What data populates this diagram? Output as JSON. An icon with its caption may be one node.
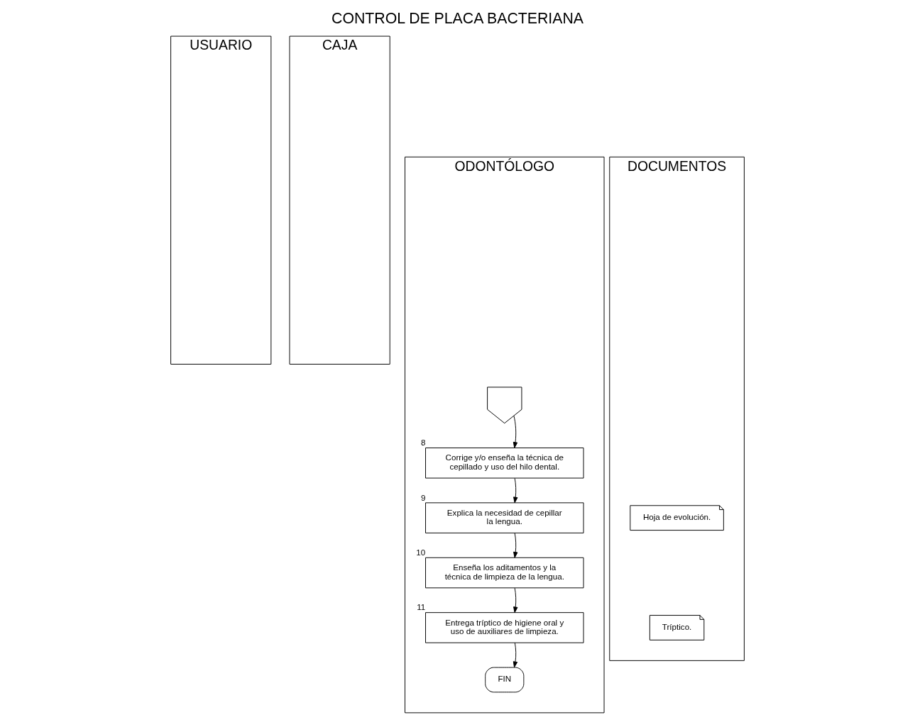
{
  "diagram": {
    "title": "CONTROL DE PLACA BACTERIANA",
    "nodes": [
      {
        "text": [
          "USUARIO"
        ]
      },
      {
        "text": [
          "CAJA"
        ]
      },
      {
        "text": [
          "ODONTÓLOGO"
        ]
      },
      {
        "text": [
          "DOCUMENTOS"
        ]
      },
      {
        "text": [],
        "shape": "pentagon",
        "in": 2
      },
      {
        "text": [
          "Corrige y/o enseña la técnica de cepillado y uso del hilo dental."
        ],
        "in": 2,
        "beside": [
          "8"
        ]
      },
      {
        "text": [
          "Explica la necesidad de cepillar la lengua."
        ],
        "in": 2,
        "beside": [
          "9"
        ]
      },
      {
        "text": [
          "Enseña los aditamentos y la técnica de limpieza de la lengua."
        ],
        "in": 2,
        "beside": [
          "10"
        ]
      },
      {
        "text": [
          "Entrega tríptico de higiene oral y uso de auxiliares de limpieza."
        ],
        "in": 2,
        "beside": [
          "11"
        ]
      },
      {
        "text": [
          "FIN"
        ],
        "in": 2
      },
      {
        "text": [
          "Hoja de evolución."
        ],
        "in": 3
      },
      {
        "text": [
          "Tríptico."
        ],
        "in": 3
      }
    ],
    "edges": [
      {
        "from": 4,
        "to": 5,
        "arrow": "to"
      },
      {
        "from": 5,
        "to": 6,
        "arrow": "to"
      },
      {
        "from": 6,
        "to": 7,
        "arrow": "to"
      },
      {
        "from": 7,
        "to": 8,
        "arrow": "to"
      },
      {
        "from": 8,
        "to": 9,
        "arrow": "to"
      }
    ]
  }
}
